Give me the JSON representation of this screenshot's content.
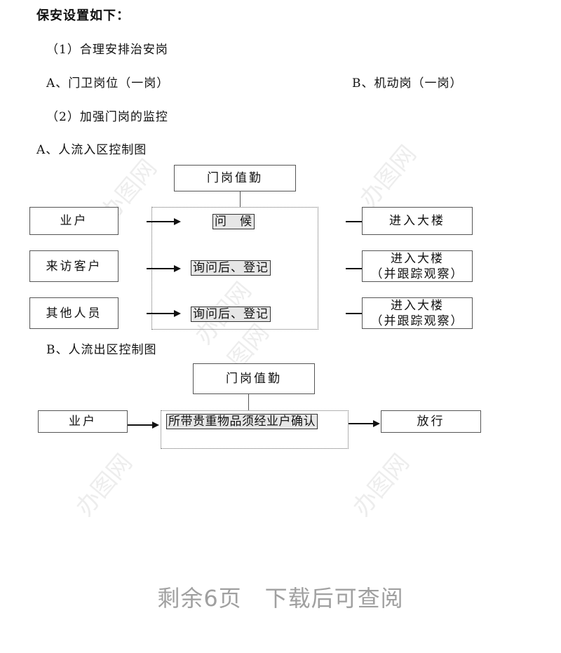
{
  "document": {
    "heading": "保安设置如下：",
    "section1": "（1）合理安排治安岗",
    "post_a": "A、门卫岗位（一岗）",
    "post_b": "B、机动岗（一岗）",
    "section2": "（2）加强门岗的监控",
    "diagram_a_title": "A、人流入区控制图",
    "diagram_b_title": "B、人流出区控制图"
  },
  "diagram_a": {
    "duty_box": "门岗值勤",
    "sources": [
      "业户",
      "来访客户",
      "其他人员"
    ],
    "actions": [
      "问　候",
      "询问后、登记",
      "询问后、登记"
    ],
    "results": [
      {
        "line1": "进入大楼",
        "line2": ""
      },
      {
        "line1": "进入大楼",
        "line2": "（并跟踪观察）"
      },
      {
        "line1": "进入大楼",
        "line2": "（并跟踪观察）"
      }
    ]
  },
  "diagram_b": {
    "duty_box": "门岗值勤",
    "source": "业户",
    "action": "所带贵重物品须经业户确认",
    "result": "放行"
  },
  "footer": {
    "text": "剩余6页　下载后可查阅"
  },
  "watermark": {
    "text": "办图网"
  }
}
